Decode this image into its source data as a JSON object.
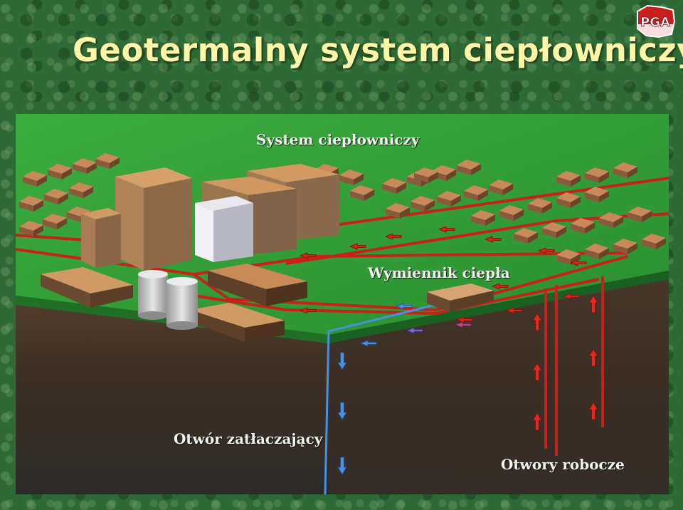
{
  "slide": {
    "title": "Geotermalny system ciepłowniczy",
    "logo_text": "PGA",
    "colors": {
      "background": "#2e6a35",
      "title": "#fff6a8",
      "hot_pipe": "#c8201a",
      "cold_pipe": "#4a8fe0",
      "grass": "#35a43a",
      "soil": "#4a3a2c"
    }
  },
  "diagram": {
    "labels": {
      "heating_system": "System ciepłowniczy",
      "heat_exchanger": "Wymiennik ciepła",
      "injection_well": "Otwór zatłaczający",
      "production_wells": "Otwory robocze"
    },
    "icons": {
      "hot_flow": "red-arrow-icon",
      "cold_flow": "blue-arrow-icon",
      "logo": "poland-map-icon"
    }
  }
}
